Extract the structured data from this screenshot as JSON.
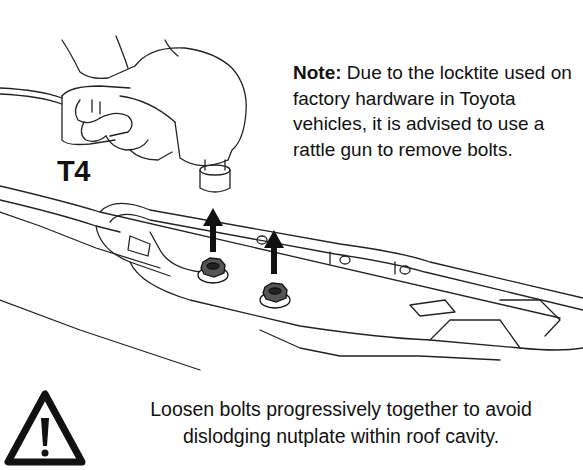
{
  "diagram": {
    "labels": [
      "T4",
      "Note:",
      "Due to the locktite used on factory hardware in Toyota vehicles, it is advised to use a rattle gun to remove bolts.",
      "Loosen bolts progressively together to avoid dislodging nutplate within roof cavity."
    ]
  }
}
